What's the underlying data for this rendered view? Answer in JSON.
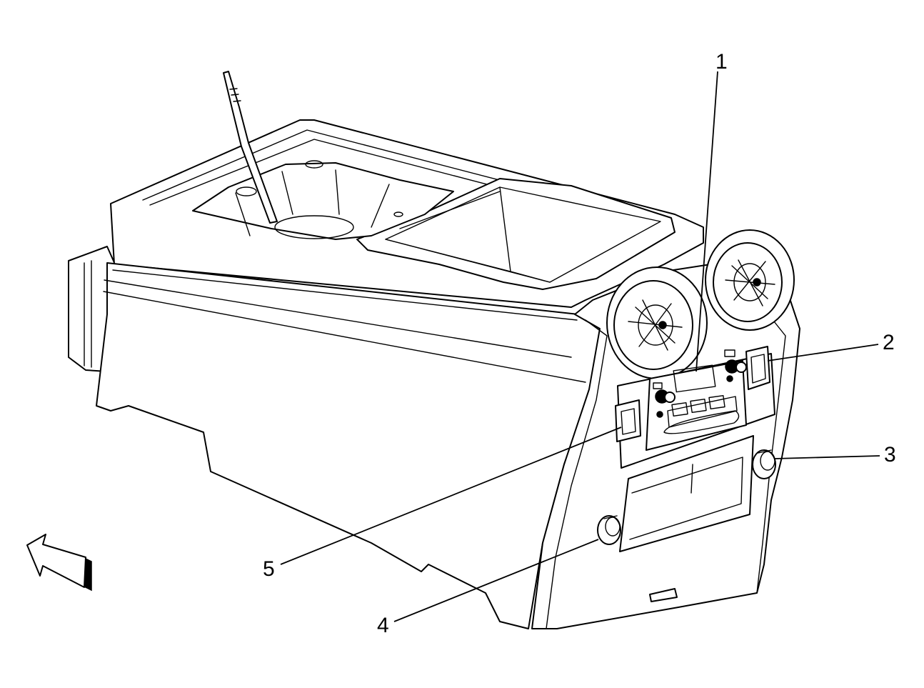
{
  "callouts": [
    {
      "id": "1",
      "label": "1"
    },
    {
      "id": "2",
      "label": "2"
    },
    {
      "id": "3",
      "label": "3"
    },
    {
      "id": "4",
      "label": "4"
    },
    {
      "id": "5",
      "label": "5"
    }
  ],
  "icons": {
    "direction_arrow": "front-direction-arrow-icon"
  },
  "colors": {
    "line": "#000000",
    "background": "#ffffff"
  }
}
